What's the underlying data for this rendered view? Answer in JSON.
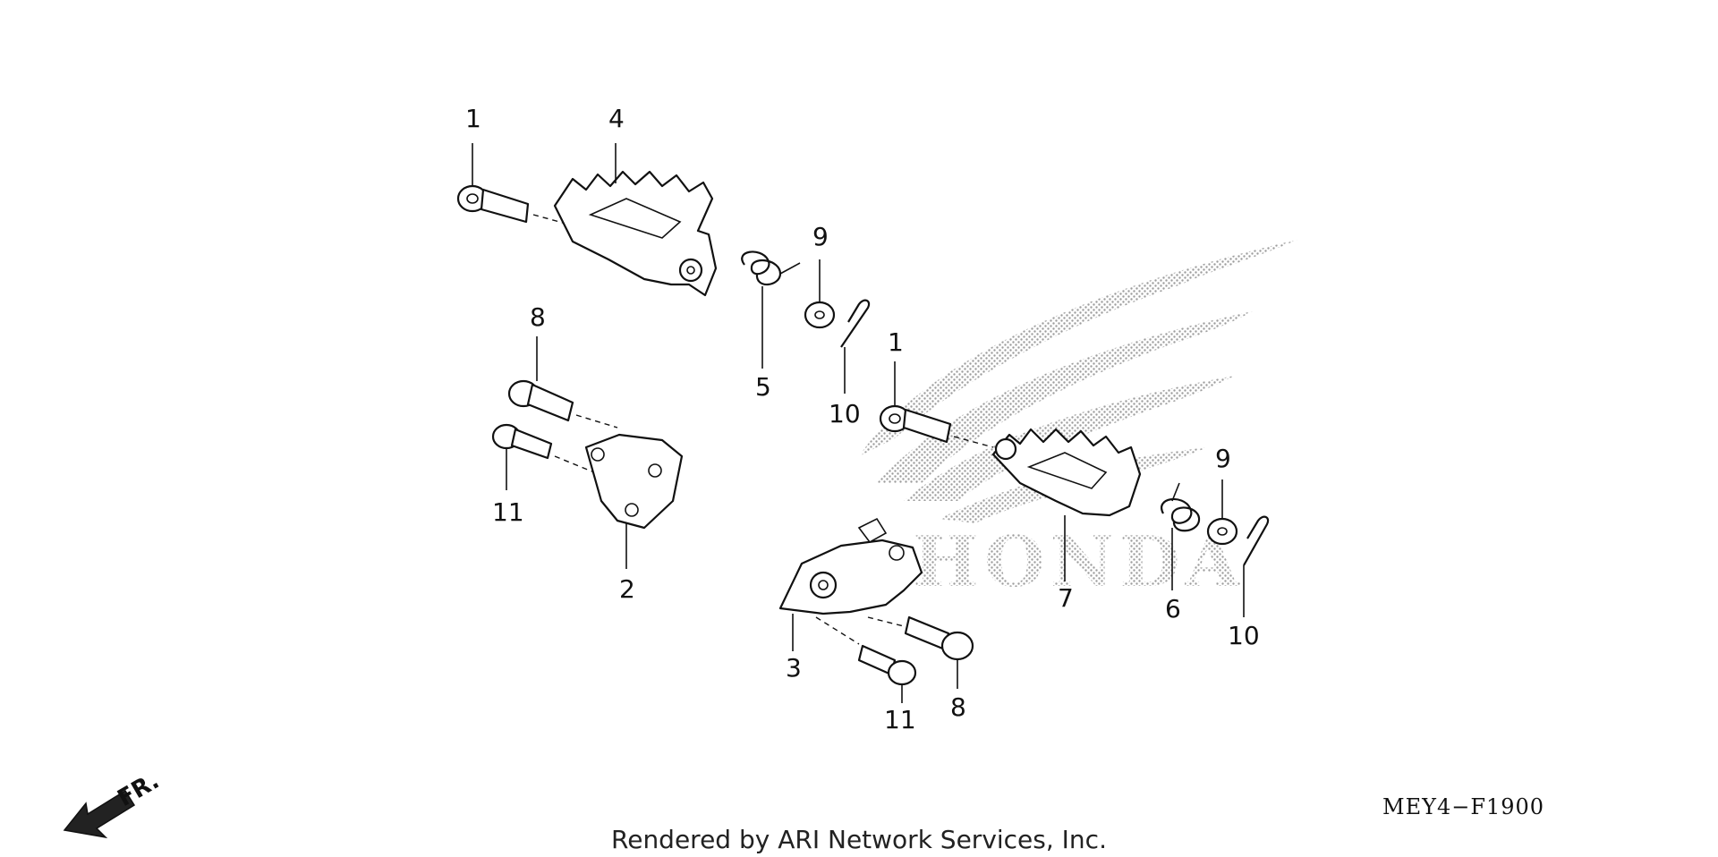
{
  "diagram": {
    "code": "MEY4−F1900",
    "credit": "Rendered by ARI Network Services, Inc.",
    "watermark_text": "HONDA",
    "direction_label": "FR.",
    "callouts": [
      "1",
      "4",
      "9",
      "5",
      "10",
      "8",
      "11",
      "2",
      "1",
      "9",
      "7",
      "6",
      "10",
      "3",
      "11",
      "8"
    ]
  },
  "colors": {
    "line": "#111111",
    "watermark": "#9a9a9a",
    "background": "#ffffff"
  },
  "icons": {
    "front_arrow": "front-direction-arrow-icon"
  }
}
